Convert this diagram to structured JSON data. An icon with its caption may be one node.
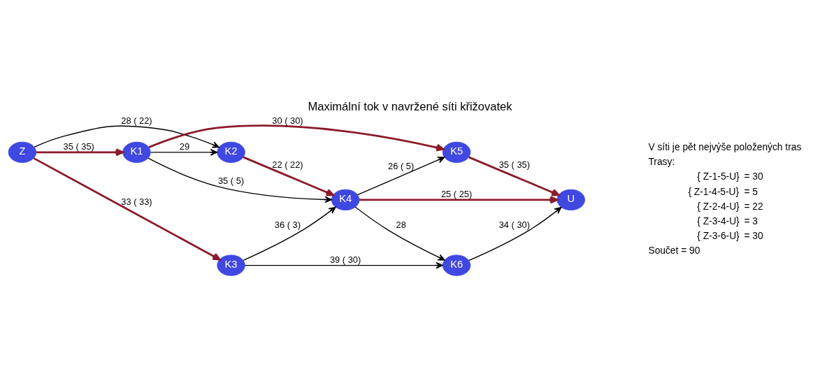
{
  "diagram": {
    "title": "Maximální tok v navržené síti křižovatek",
    "nodes": [
      {
        "text": [
          "Z"
        ]
      },
      {
        "text": [
          "K1"
        ]
      },
      {
        "text": [
          "K2"
        ]
      },
      {
        "text": [
          "K3"
        ]
      },
      {
        "text": [
          "K4"
        ]
      },
      {
        "text": [
          "K5"
        ]
      },
      {
        "text": [
          "K6"
        ]
      },
      {
        "text": [
          "U"
        ]
      }
    ],
    "edges": [
      {
        "from": 0,
        "to": 1,
        "arrow": "to",
        "label": "35 ( 35)",
        "color": "#8b1a2a"
      },
      {
        "from": 0,
        "to": 2,
        "arrow": "to",
        "label": "28 ( 22)"
      },
      {
        "from": 0,
        "to": 3,
        "arrow": "to",
        "label": "33 ( 33)",
        "color": "#8b1a2a"
      },
      {
        "from": 1,
        "to": 5,
        "arrow": "to",
        "label": "30 ( 30)",
        "color": "#8b1a2a"
      },
      {
        "from": 1,
        "to": 2,
        "arrow": "to",
        "label": "29"
      },
      {
        "from": 1,
        "to": 4,
        "arrow": "to",
        "label": "35 ( 5)"
      },
      {
        "from": 5,
        "to": 7,
        "arrow": "to",
        "label": "35 ( 35)",
        "color": "#8b1a2a"
      },
      {
        "from": 4,
        "to": 5,
        "arrow": "to",
        "label": "26 ( 5)"
      },
      {
        "from": 2,
        "to": 4,
        "arrow": "to",
        "label": "22 ( 22)",
        "color": "#8b1a2a"
      },
      {
        "from": 4,
        "to": 7,
        "arrow": "to",
        "label": "25 ( 25)",
        "color": "#8b1a2a"
      },
      {
        "from": 4,
        "to": 6,
        "arrow": "to",
        "label": "28"
      },
      {
        "from": 3,
        "to": 4,
        "arrow": "to",
        "label": "36 ( 3)"
      },
      {
        "from": 3,
        "to": 6,
        "arrow": "to",
        "label": "39 ( 30)"
      },
      {
        "from": 6,
        "to": 7,
        "arrow": "to",
        "label": "34 ( 30)"
      }
    ],
    "labels": [
      "V síti je pět nejvýše položených tras",
      "Trasy:",
      "{ Z-1-5-U}",
      "= 30",
      "{ Z-1-4-5-U}",
      "= 5",
      "{ Z-2-4-U}",
      "= 22",
      "{ Z-3-4-U}",
      "= 3",
      "{ Z-3-6-U}",
      "= 30",
      "Součet = 90"
    ]
  }
}
